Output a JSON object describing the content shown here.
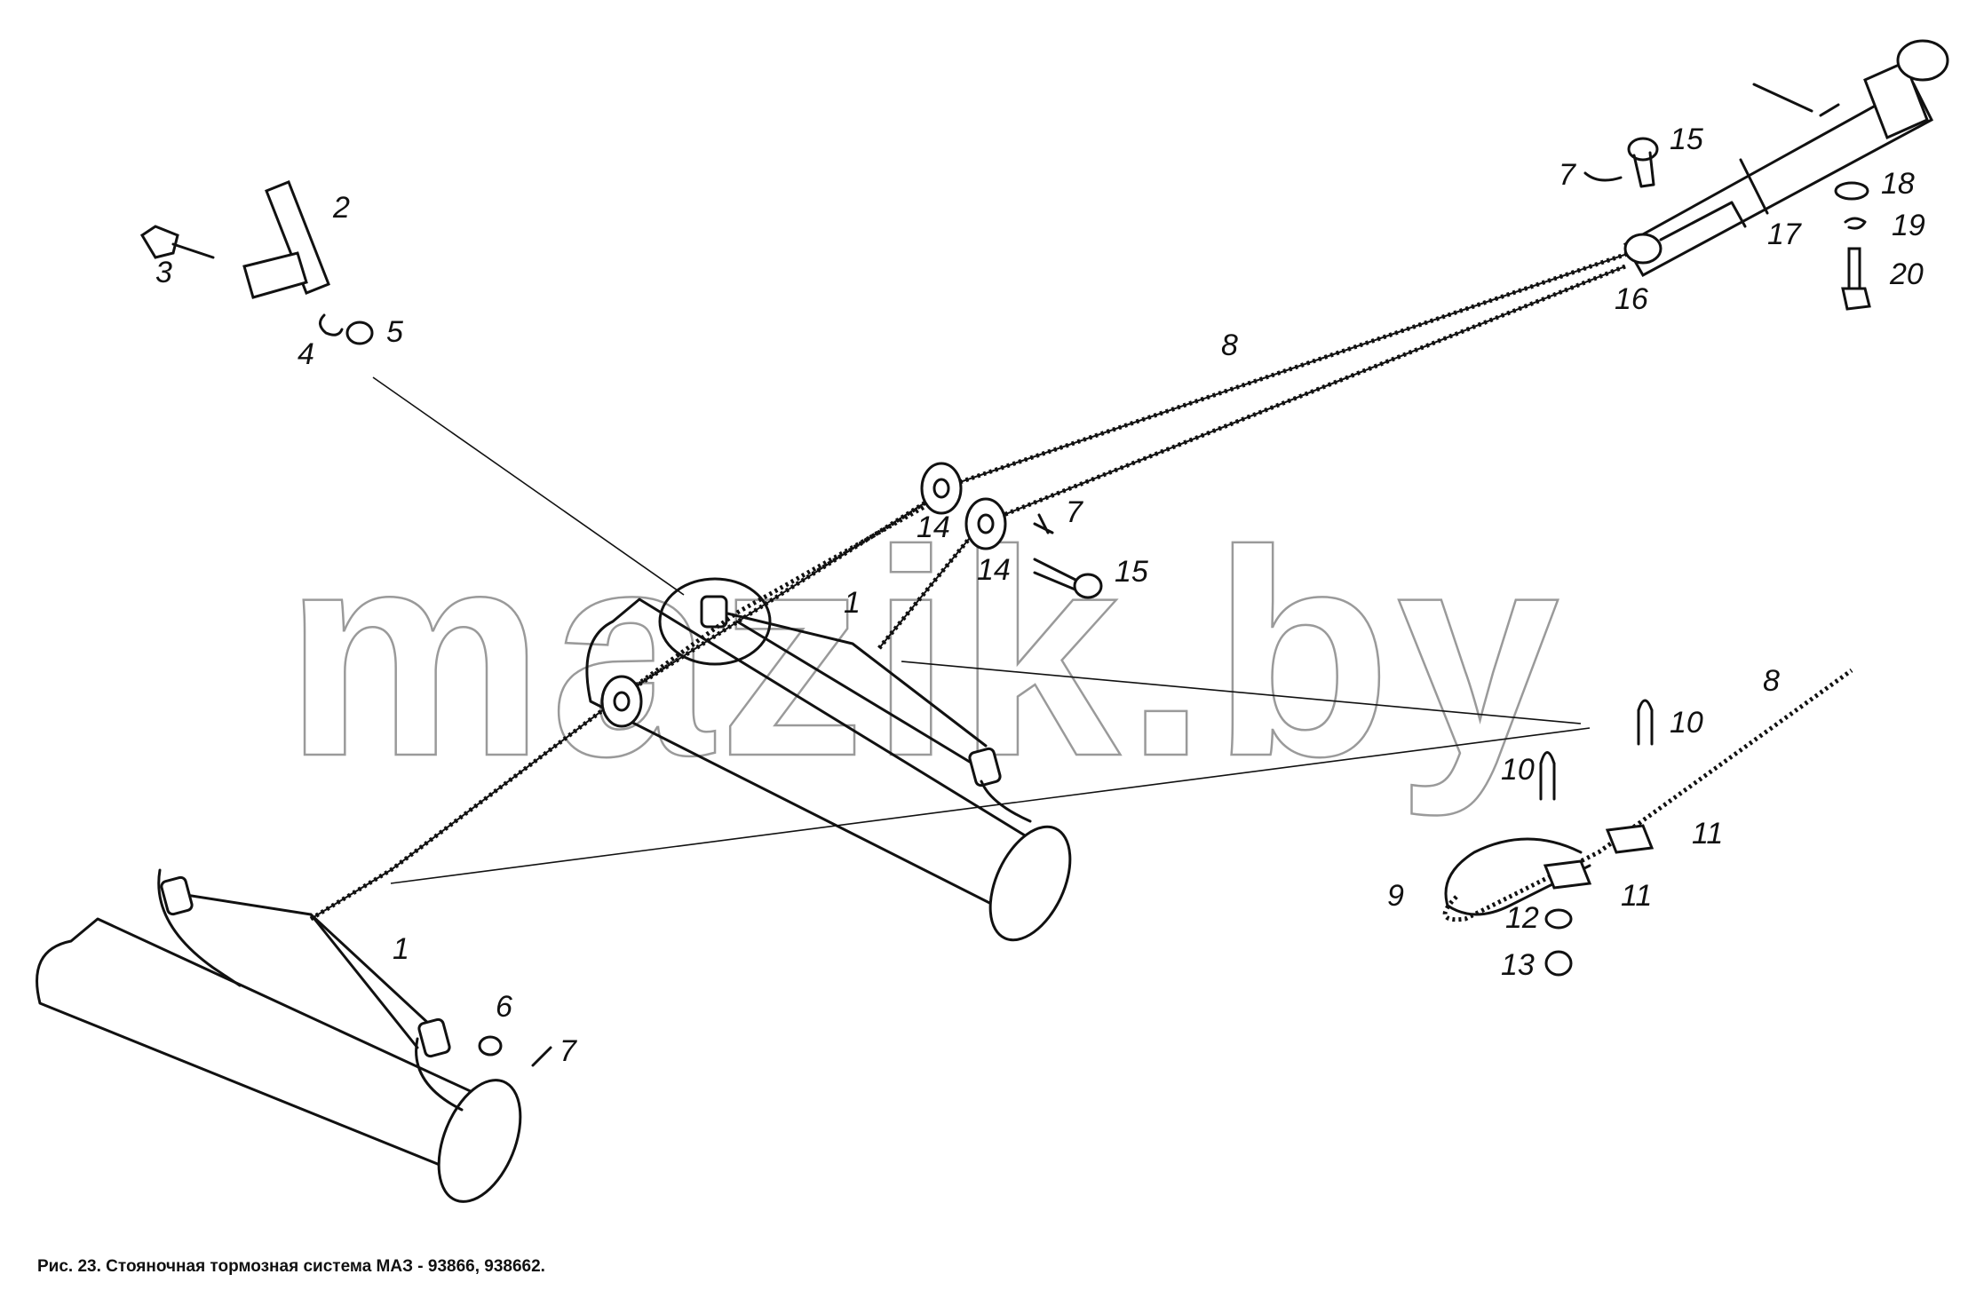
{
  "caption": "Рис. 23. Стояночная тормозная система МАЗ - 93866, 938662.",
  "watermark": "mazik.by",
  "labels": {
    "l1a": "1",
    "l1b": "1",
    "l2": "2",
    "l3": "3",
    "l4": "4",
    "l5": "5",
    "l6": "6",
    "l7a": "7",
    "l7b": "7",
    "l7c": "7",
    "l8a": "8",
    "l8b": "8",
    "l9": "9",
    "l10a": "10",
    "l10b": "10",
    "l11a": "11",
    "l11b": "11",
    "l12": "12",
    "l13": "13",
    "l14a": "14",
    "l14b": "14",
    "l15a": "15",
    "l15b": "15",
    "l16": "16",
    "l17": "17",
    "l18": "18",
    "l19": "19",
    "l20": "20"
  },
  "colors": {
    "ink": "#111111",
    "watermark": "#9a9a9a",
    "background": "#ffffff"
  }
}
